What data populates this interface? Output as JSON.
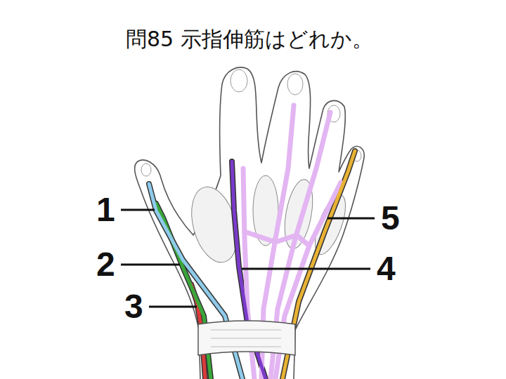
{
  "diagram": {
    "title": "問85 示指伸筋はどれか。",
    "labels": [
      "1",
      "2",
      "3",
      "4",
      "5"
    ]
  }
}
